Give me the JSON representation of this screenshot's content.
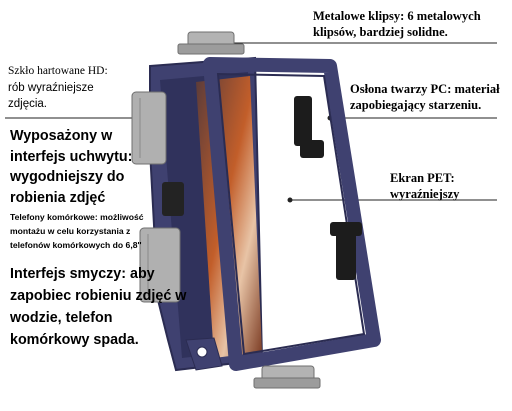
{
  "callouts": {
    "clips": {
      "line1": "Metalowe klipsy: 6 metalowych",
      "line2": "klipsów, bardziej solidne."
    },
    "glass": {
      "line1": "Szkło hartowane HD:",
      "line2": "rób wyraźniejsze",
      "line3": "zdjęcia."
    },
    "face_cover": {
      "line1": "Osłona twarzy PC: materiał",
      "line2": "zapobiegający starzeniu."
    },
    "mount": {
      "line1": "Wyposażony w",
      "line2": "interfejs uchwytu:",
      "line3": "wygodniejszy do",
      "line4": "robienia zdjęć"
    },
    "pet_screen": {
      "line1": "Ekran PET:",
      "line2": "wyraźniejszy"
    },
    "phones": {
      "line1": "Telefony komórkowe: możliwość",
      "line2": "montażu w celu korzystania z",
      "line3": "telefonów komórkowych do 6,8''"
    },
    "lanyard": {
      "line1": "Interfejs smyczy: aby",
      "line2": "zapobiec robieniu zdjęć w",
      "line3": "wodzie, telefon",
      "line4": "komórkowy spada."
    }
  },
  "colors": {
    "frame": "#3f4170",
    "frame_dark": "#2b2c52",
    "clip": "#a9a9a9",
    "clip_dark": "#6f6f6f",
    "mount": "#1c1c1c",
    "screen_a": "#b5592a",
    "screen_b": "#e7c3a8",
    "leader": "#222222"
  }
}
